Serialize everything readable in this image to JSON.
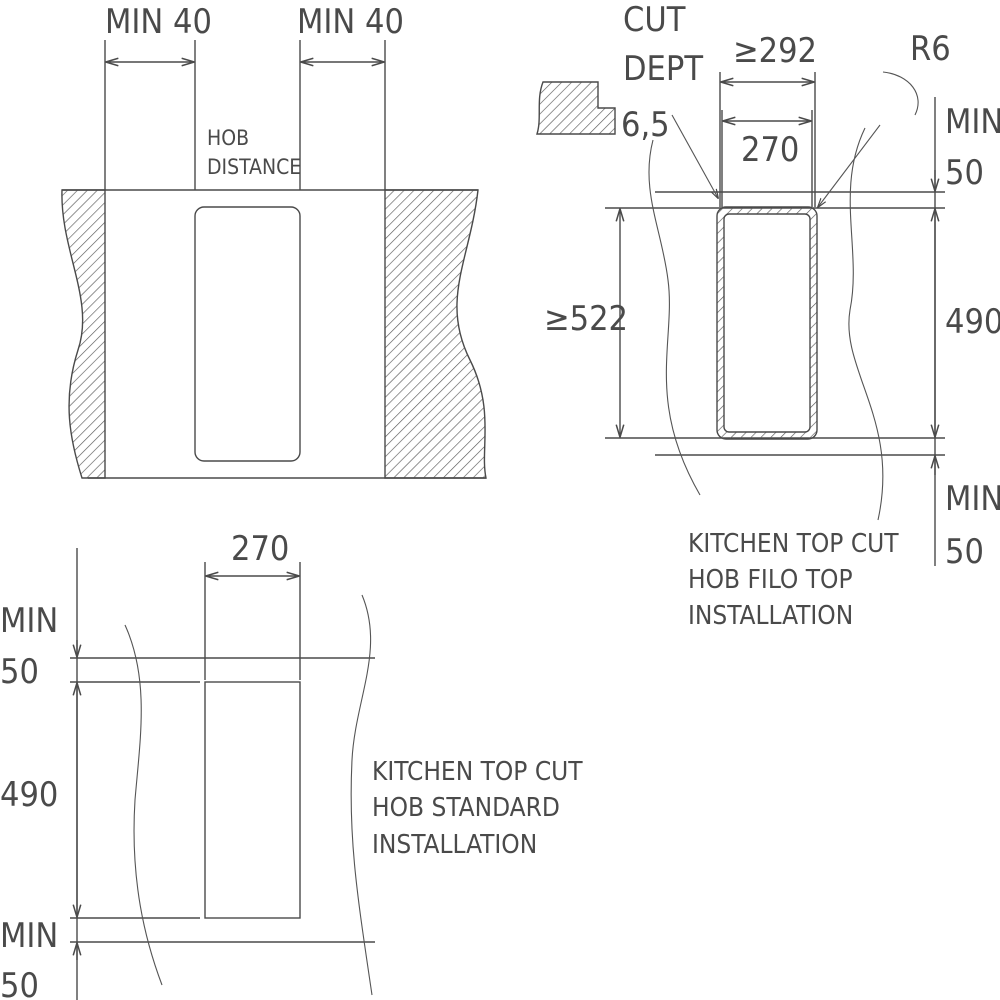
{
  "top_view": {
    "dim_min40_left": "MIN 40",
    "dim_min40_right": "MIN 40",
    "hob_distance_line1": "HOB",
    "hob_distance_line2": "DISTANCE"
  },
  "filo_top": {
    "cut_depth_line1": "CUT",
    "cut_depth_line2": "DEPT",
    "cut_depth_value": "6,5",
    "dim_width_outer": "≥292",
    "dim_width_inner": "270",
    "radius": "R6",
    "dim_height_outer": "≥522",
    "dim_height_inner": "490",
    "dim_min50_top_line1": "MIN",
    "dim_min50_top_line2": "50",
    "dim_min50_bottom_line1": "MIN",
    "dim_min50_bottom_line2": "50",
    "caption_line1": "KITCHEN TOP CUT",
    "caption_line2": "HOB FILO TOP",
    "caption_line3": "INSTALLATION"
  },
  "standard": {
    "dim_width": "270",
    "dim_min50_top_line1": "MIN",
    "dim_min50_top_line2": "50",
    "dim_height": "490",
    "dim_min50_bottom_line1": "MIN",
    "dim_min50_bottom_line2": "50",
    "caption_line1": "KITCHEN TOP CUT",
    "caption_line2": "HOB STANDARD",
    "caption_line3": "INSTALLATION"
  },
  "colors": {
    "line": "#4a4a4a",
    "background": "#ffffff"
  }
}
